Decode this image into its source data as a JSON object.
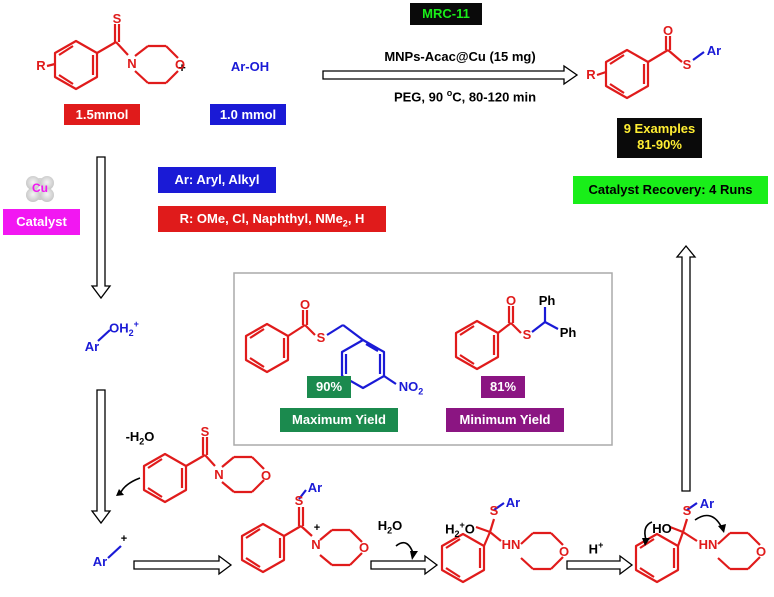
{
  "header": {
    "code": "MRC-11"
  },
  "reaction": {
    "catalyst_line": "MNPs-Acac@Cu (15 mg)",
    "conditions_line": "PEG, 90 ",
    "conditions_deg": "o",
    "conditions_tail": "C, 80-120 min",
    "plus": "+",
    "reagent1_amount": "1.5mmol",
    "reagent2_formula": "Ar-OH",
    "reagent2_amount": "1.0 mmol"
  },
  "results": {
    "examples": "9 Examples",
    "yield_range": "81-90%",
    "recovery": "Catalyst Recovery: 4 Runs"
  },
  "catalyst": {
    "metal": "Cu",
    "label": "Catalyst"
  },
  "scope": {
    "ar_line": "Ar: Aryl, Alkyl",
    "r_line_pre": "R: OMe, Cl, Naphthyl, NMe",
    "r_line_sub": "2",
    "r_line_post": ", H"
  },
  "yields": {
    "max_value": "90%",
    "max_label": "Maximum Yield",
    "min_value": "81%",
    "min_label": "Minimum Yield"
  },
  "mechanism": {
    "minus_water": "-H",
    "minus_water_sub": "2",
    "minus_water_tail": "O",
    "water": "H",
    "water_sub": "2",
    "water_tail": "O",
    "proton": "H",
    "proton_sup": "+"
  },
  "atoms": {
    "R": "R",
    "S": "S",
    "N": "N",
    "O": "O",
    "Ar": "Ar",
    "Ph": "Ph",
    "HN": "HN",
    "HO": "HO",
    "H": "H",
    "NO": "NO",
    "sub2": "2",
    "OH": "OH",
    "plus": "+"
  },
  "colors": {
    "red": "#e01b1b",
    "blue": "#1a1ad6",
    "green_dark": "#1b8a4e",
    "green_bright": "#19ee19",
    "purple": "#8b1582",
    "magenta": "#f217f2",
    "black": "#000000",
    "yellow": "#ffee33",
    "grey": "#aaaaaa"
  }
}
